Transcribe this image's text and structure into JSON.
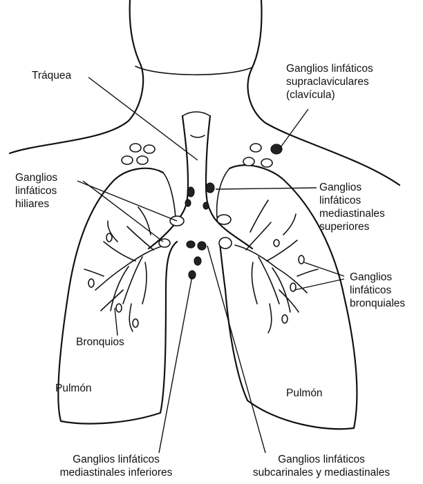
{
  "labels": {
    "traquea": "Tráquea",
    "supraclaviculares": [
      "Ganglios linfáticos",
      "supraclaviculares",
      "(clavícula)"
    ],
    "hiliares": [
      "Ganglios",
      "linfáticos",
      "hiliares"
    ],
    "mediastinales_superiores": [
      "Ganglios",
      "linfáticos",
      "mediastinales",
      "superiores"
    ],
    "bronquiales": [
      "Ganglios",
      "linfáticos",
      "bronquiales"
    ],
    "bronquios": "Bronquios",
    "pulmon_izquierdo": "Pulmón",
    "pulmon_derecho": "Pulmón",
    "mediastinales_inferiores": [
      "Ganglios linfáticos",
      "mediastinales inferiores"
    ],
    "subcarinales": [
      "Ganglios linfáticos",
      "subcarinales y mediastinales"
    ]
  },
  "colors": {
    "ink": "#111111",
    "background": "#ffffff"
  }
}
